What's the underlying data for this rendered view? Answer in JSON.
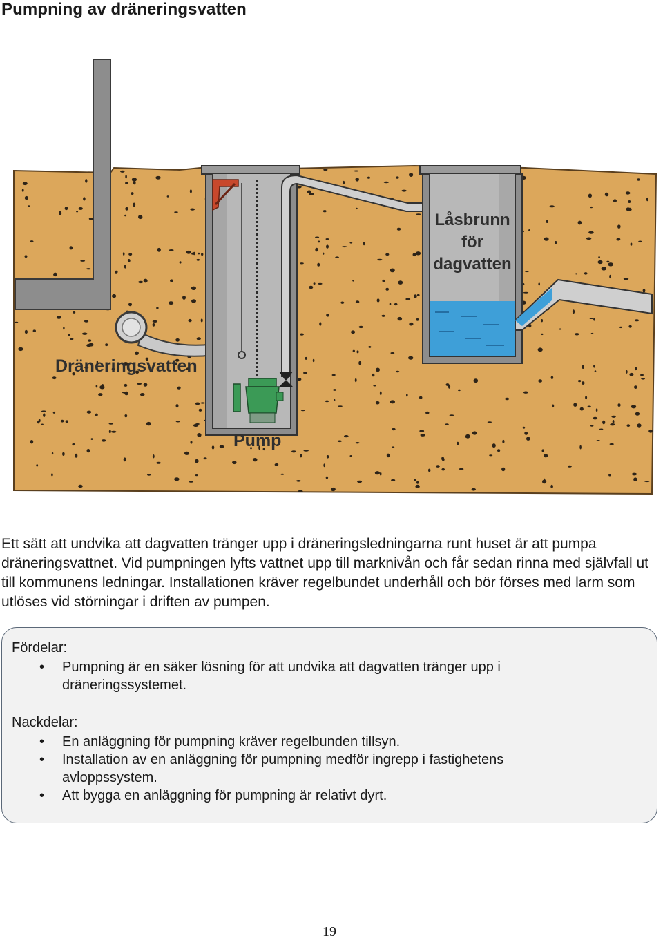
{
  "page": {
    "title": "Pumpning av dräneringsvatten",
    "page_number": "19"
  },
  "figure": {
    "labels": {
      "drainage": "Dräneringsvatten",
      "pump": "Pump",
      "well_line1": "Låsbrunn",
      "well_line2": "för",
      "well_line3": "dagvatten"
    },
    "colors": {
      "soil": "#dca75b",
      "speckle": "#2e2418",
      "wall": "#8d8d8d",
      "shaft": "#b8b8b8",
      "water": "#3e9fd8",
      "pump": "#3b9a56",
      "bracket": "#c8482c"
    }
  },
  "intro_text": "Ett sätt att undvika att dagvatten tränger upp i dräneringsledningarna runt huset är att pumpa dräneringsvattnet. Vid pumpningen lyfts vattnet upp till marknivån och får sedan rinna med självfall ut till kommunens ledningar. Installationen kräver regelbundet underhåll och bör förses med larm som utlöses vid störningar i driften av pumpen.",
  "box": {
    "pros_heading": "Fördelar:",
    "pros": [
      "Pumpning är en säker lösning för att undvika att dagvatten tränger upp i dräneringssystemet."
    ],
    "cons_heading": "Nackdelar:",
    "cons": [
      "En anläggning för pumpning kräver regelbunden tillsyn.",
      "Installation av en anläggning för pumpning medför ingrepp i fastighetens avloppssystem.",
      "Att bygga en anläggning för pumpning är relativt dyrt."
    ]
  }
}
